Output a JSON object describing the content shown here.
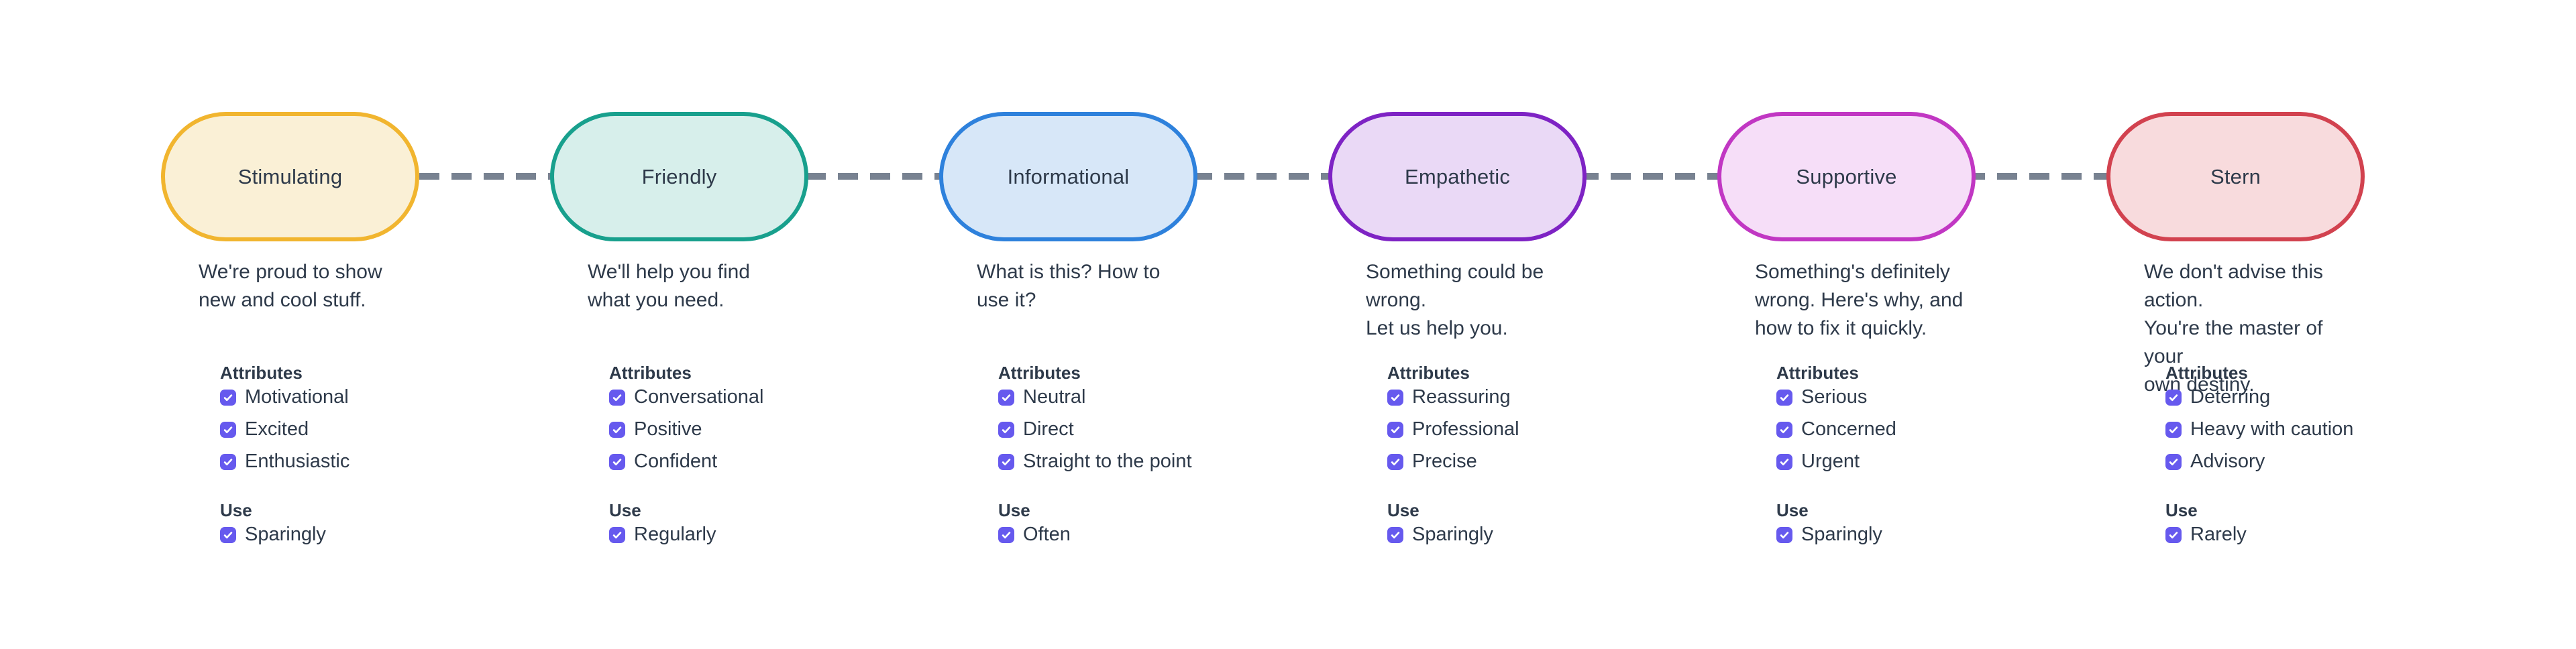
{
  "colors": {
    "background": "#ffffff",
    "text": "#2e3a4a",
    "dash_connector": "#788291",
    "checkbox": "#6659ee",
    "checkmark": "#ffffff"
  },
  "headings": {
    "attributes": "Attributes",
    "use": "Use"
  },
  "tones": [
    {
      "label": "Stimulating",
      "colors": {
        "border": "#f1b52f",
        "fill": "#faf0d6"
      },
      "description_lines": [
        "We're proud to show",
        "new and cool stuff."
      ],
      "attributes": [
        {
          "label": "Motivational",
          "checked": true
        },
        {
          "label": "Excited",
          "checked": true
        },
        {
          "label": "Enthusiastic",
          "checked": true
        }
      ],
      "use": {
        "label": "Sparingly",
        "checked": true
      }
    },
    {
      "label": "Friendly",
      "colors": {
        "border": "#18a08d",
        "fill": "#d7efeb"
      },
      "description_lines": [
        "We'll help you find",
        "what you need."
      ],
      "attributes": [
        {
          "label": "Conversational",
          "checked": true
        },
        {
          "label": "Positive",
          "checked": true
        },
        {
          "label": "Confident",
          "checked": true
        }
      ],
      "use": {
        "label": "Regularly",
        "checked": true
      }
    },
    {
      "label": "Informational",
      "colors": {
        "border": "#2e81dc",
        "fill": "#d7e7f8"
      },
      "description_lines": [
        "What is this? How to",
        "use it?"
      ],
      "attributes": [
        {
          "label": "Neutral",
          "checked": true
        },
        {
          "label": "Direct",
          "checked": true
        },
        {
          "label": "Straight to the point",
          "checked": true
        }
      ],
      "use": {
        "label": "Often",
        "checked": true
      }
    },
    {
      "label": "Empathetic",
      "colors": {
        "border": "#7e23c4",
        "fill": "#ead9f6"
      },
      "description_lines": [
        "Something could be wrong.",
        "Let us help you."
      ],
      "attributes": [
        {
          "label": "Reassuring",
          "checked": true
        },
        {
          "label": "Professional",
          "checked": true
        },
        {
          "label": "Precise",
          "checked": true
        }
      ],
      "use": {
        "label": "Sparingly",
        "checked": true
      }
    },
    {
      "label": "Supportive",
      "colors": {
        "border": "#c137c3",
        "fill": "#f6def8"
      },
      "description_lines": [
        "Something's definitely",
        "wrong. Here's why, and",
        "how to fix it quickly."
      ],
      "attributes": [
        {
          "label": "Serious",
          "checked": true
        },
        {
          "label": "Concerned",
          "checked": true
        },
        {
          "label": "Urgent",
          "checked": true
        }
      ],
      "use": {
        "label": "Sparingly",
        "checked": true
      }
    },
    {
      "label": "Stern",
      "colors": {
        "border": "#d2424f",
        "fill": "#f8dbdd"
      },
      "description_lines": [
        "We don't advise this action.",
        "You're the master of your",
        "own destiny."
      ],
      "attributes": [
        {
          "label": "Deterring",
          "checked": true
        },
        {
          "label": "Heavy with caution",
          "checked": true
        },
        {
          "label": "Advisory",
          "checked": true
        }
      ],
      "use": {
        "label": "Rarely",
        "checked": true
      }
    }
  ]
}
